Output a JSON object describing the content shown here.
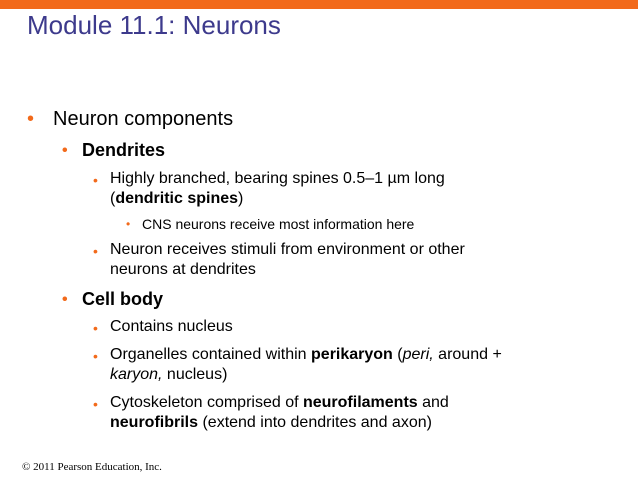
{
  "slide": {
    "title": "Module 11.1: Neurons",
    "footer": "© 2011 Pearson Education, Inc."
  },
  "bullets": {
    "neuron_components": "Neuron components",
    "dendrites": "Dendrites",
    "highly_branched_a": "Highly branched, bearing spines 0.5–1 µm long",
    "highly_branched_b_open": "(",
    "highly_branched_b_bold": "dendritic spines",
    "highly_branched_b_close": ")",
    "cns_neurons": "CNS neurons receive most information here",
    "stimuli_a": "Neuron receives stimuli from environment or other",
    "stimuli_b": "neurons at dendrites",
    "cell_body": "Cell body",
    "contains_nucleus": "Contains nucleus",
    "organelles_a_pre": "Organelles contained within ",
    "organelles_a_bold": "perikaryon",
    "organelles_a_mid": " (",
    "organelles_a_ital": "peri,",
    "organelles_a_post": " around +",
    "organelles_b_ital": "karyon,",
    "organelles_b_post": " nucleus)",
    "cyto_a_pre": "Cytoskeleton comprised of ",
    "cyto_a_bold": "neurofilaments",
    "cyto_a_post": " and",
    "cyto_b_bold": "neurofibrils",
    "cyto_b_post": " (extend into dendrites and axon)"
  },
  "colors": {
    "accent": "#f26a1b",
    "title": "#3d3a8c"
  }
}
